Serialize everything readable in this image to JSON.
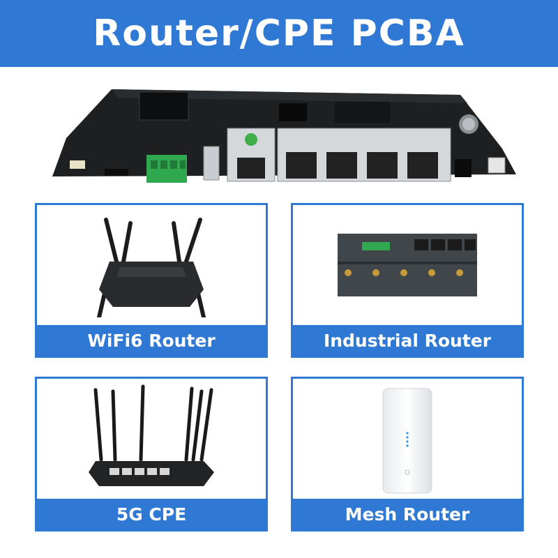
{
  "banner": {
    "title": "Router/CPE PCBA"
  },
  "colors": {
    "accent": "#2f79d4",
    "board": "#1d1f20",
    "connector": "#2fa84f"
  },
  "hero": {
    "icon": "router-pcba-board-image"
  },
  "cards": [
    {
      "caption": "WiFi6 Router",
      "icon": "wifi6-router-image"
    },
    {
      "caption": "Industrial Router",
      "icon": "industrial-router-image"
    },
    {
      "caption": "5G CPE",
      "icon": "5g-cpe-image"
    },
    {
      "caption": "Mesh Router",
      "icon": "mesh-router-image"
    }
  ]
}
